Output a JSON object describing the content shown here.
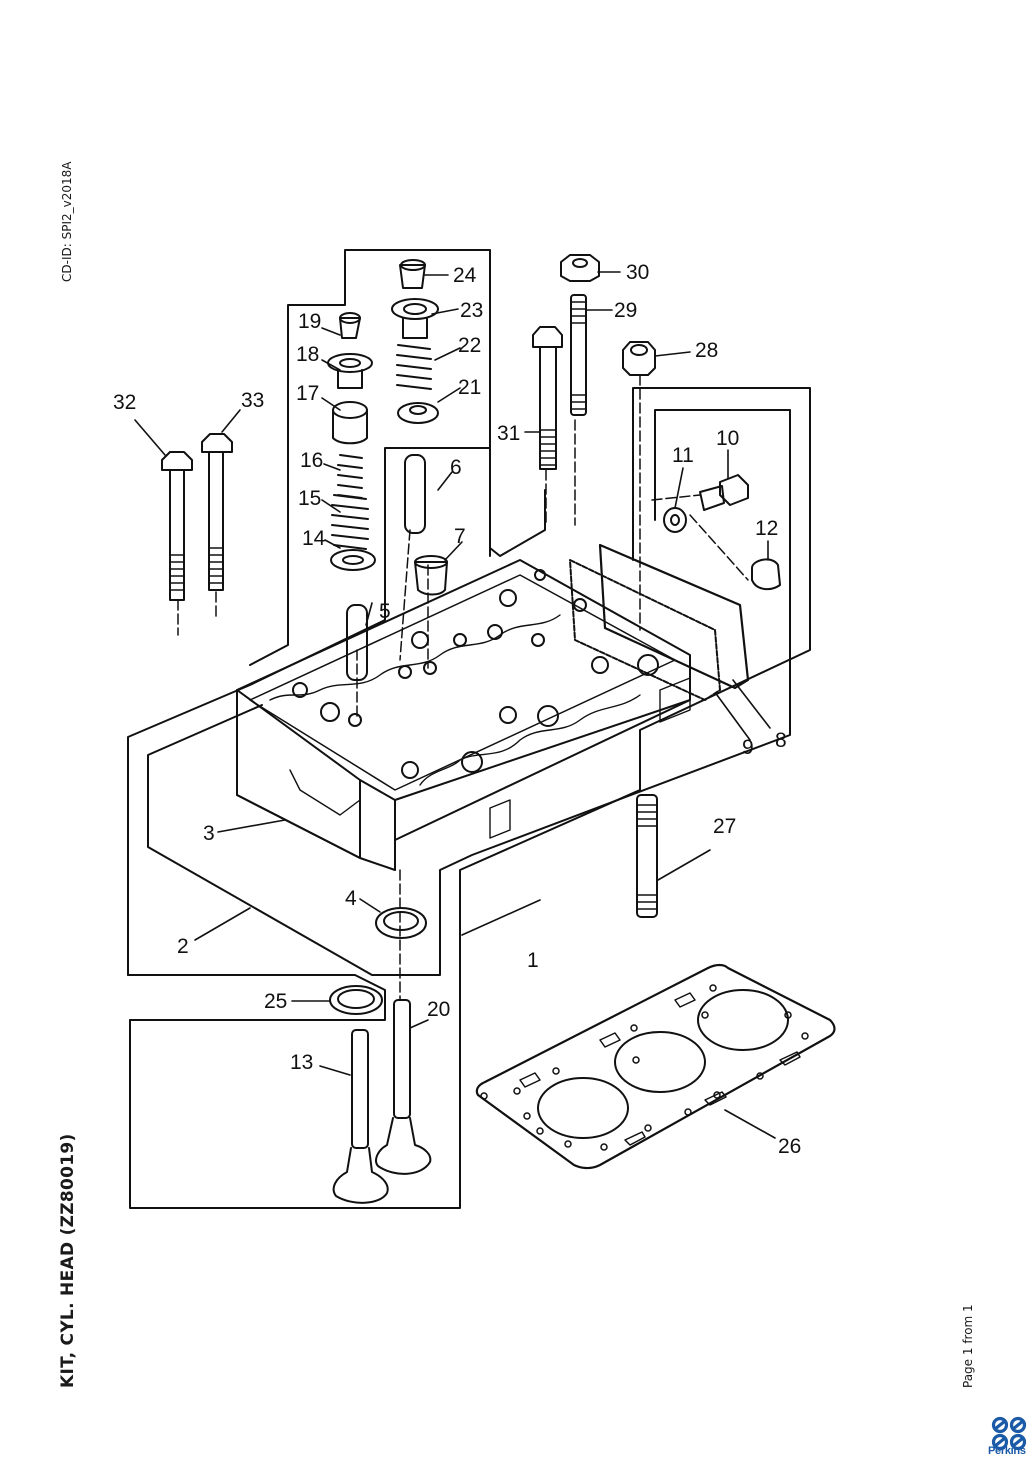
{
  "document": {
    "cd_id": "CD-ID: SPI2_v2018A",
    "title": "KIT, CYL. HEAD (ZZ80019)",
    "page_label": "Page 1 from 1",
    "brand": "Perkins",
    "brand_color": "#1a5aa6"
  },
  "callouts": [
    {
      "id": "1",
      "label": "1"
    },
    {
      "id": "2",
      "label": "2"
    },
    {
      "id": "3",
      "label": "3"
    },
    {
      "id": "4",
      "label": "4"
    },
    {
      "id": "5",
      "label": "5"
    },
    {
      "id": "6",
      "label": "6"
    },
    {
      "id": "7",
      "label": "7"
    },
    {
      "id": "8",
      "label": "8"
    },
    {
      "id": "9",
      "label": "9"
    },
    {
      "id": "10",
      "label": "10"
    },
    {
      "id": "11",
      "label": "11"
    },
    {
      "id": "12",
      "label": "12"
    },
    {
      "id": "13",
      "label": "13"
    },
    {
      "id": "14",
      "label": "14"
    },
    {
      "id": "15",
      "label": "15"
    },
    {
      "id": "16",
      "label": "16"
    },
    {
      "id": "17",
      "label": "17"
    },
    {
      "id": "18",
      "label": "18"
    },
    {
      "id": "19",
      "label": "19"
    },
    {
      "id": "20",
      "label": "20"
    },
    {
      "id": "21",
      "label": "21"
    },
    {
      "id": "22",
      "label": "22"
    },
    {
      "id": "23",
      "label": "23"
    },
    {
      "id": "24",
      "label": "24"
    },
    {
      "id": "25",
      "label": "25"
    },
    {
      "id": "26",
      "label": "26"
    },
    {
      "id": "27",
      "label": "27"
    },
    {
      "id": "28",
      "label": "28"
    },
    {
      "id": "29",
      "label": "29"
    },
    {
      "id": "30",
      "label": "30"
    },
    {
      "id": "31",
      "label": "31"
    },
    {
      "id": "32",
      "label": "32"
    },
    {
      "id": "33",
      "label": "33"
    }
  ]
}
